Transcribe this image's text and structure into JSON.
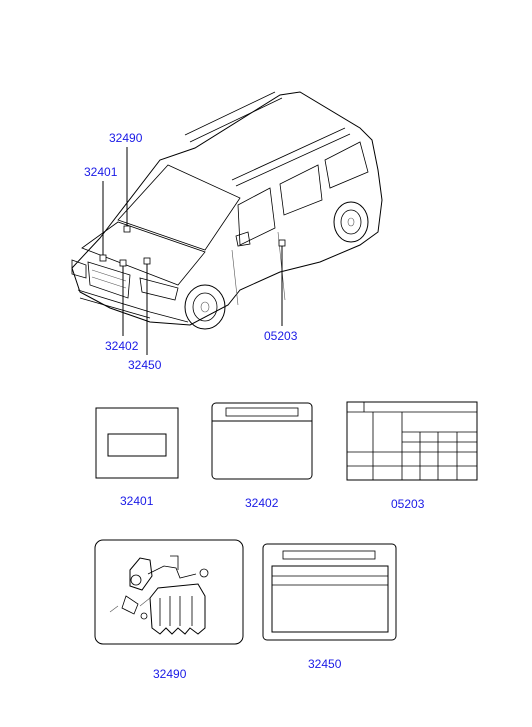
{
  "labels": {
    "car_32490": "32490",
    "car_32401": "32401",
    "car_32402": "32402",
    "car_32450": "32450",
    "car_05203": "05203",
    "part_32401": "32401",
    "part_32402": "32402",
    "part_05203": "05203",
    "part_32490": "32490",
    "part_32450": "32450"
  },
  "colors": {
    "callout_text": "#1a1ae6",
    "line": "#000000"
  }
}
